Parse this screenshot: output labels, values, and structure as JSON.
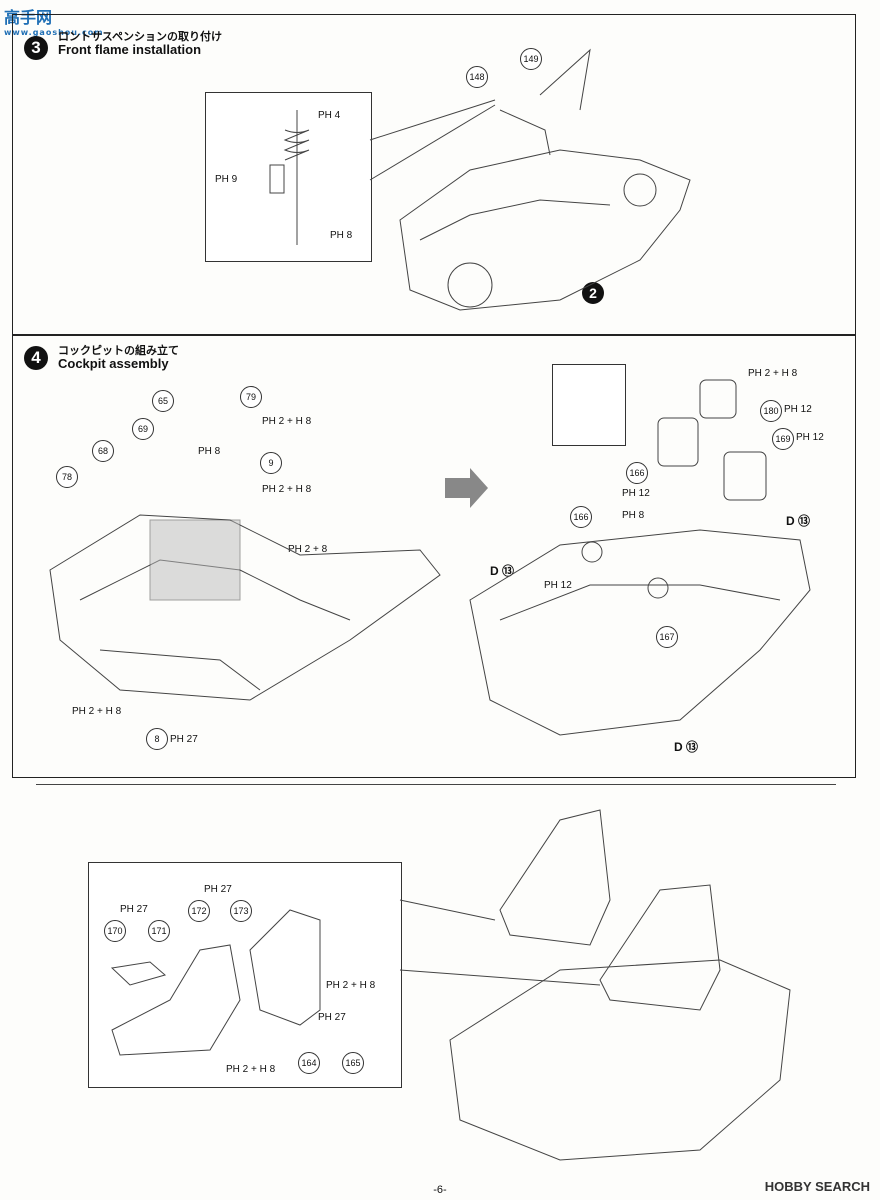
{
  "watermark_top": {
    "text": "高手网",
    "sub": "www.gaoshou.com"
  },
  "step3": {
    "number": "3",
    "title_jp": "ロントサスペンションの取り付け",
    "title_en": "Front flame installation",
    "parts": [
      "148",
      "149",
      "2"
    ],
    "labels": [
      "PH 4",
      "PH 9",
      "PH 8"
    ]
  },
  "step4": {
    "number": "4",
    "title_jp": "コックピットの組み立て",
    "title_en": "Cockpit assembly",
    "parts_left": [
      "65",
      "79",
      "69",
      "68",
      "9",
      "78",
      "8"
    ],
    "labels_left": [
      "PH 2 + H 8",
      "PH 8",
      "PH 2 + H 8",
      "PH 2 + 8",
      "PH 2 + H 8",
      "PH 27"
    ],
    "parts_right": [
      "180",
      "169",
      "166",
      "166",
      "167"
    ],
    "labels_right": [
      "PH 2 + H 8",
      "PH 12",
      "PH 12",
      "PH 12",
      "PH 8",
      "PH 12"
    ],
    "d_tags": [
      "D ⑬",
      "D ⑬",
      "D ⑬"
    ]
  },
  "seats": {
    "parts": [
      "170",
      "171",
      "172",
      "173",
      "164",
      "165"
    ],
    "labels": [
      "PH 27",
      "PH 27",
      "PH 2 + H 8",
      "PH 27",
      "PH 2 + H 8"
    ]
  },
  "page_number": "-6-",
  "watermark_bottom": "HOBBY SEARCH"
}
